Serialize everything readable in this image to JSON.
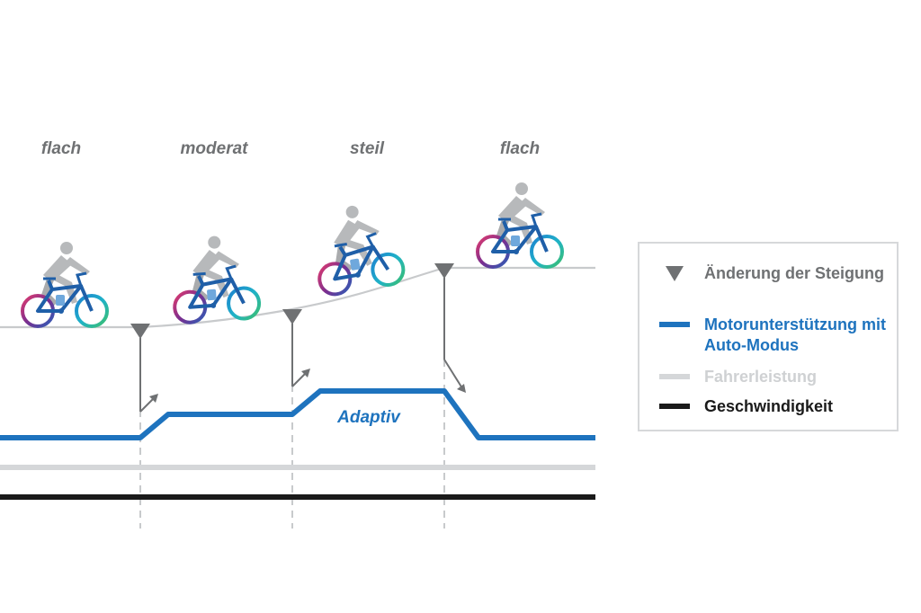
{
  "sections": [
    "flach",
    "moderat",
    "steil",
    "flach"
  ],
  "adaptiv_label": "Adaptiv",
  "legend": [
    {
      "symbol": "triangle-down-icon",
      "label": "Änderung der Steigung",
      "color": "#6f7173",
      "text_color": "#6f7173"
    },
    {
      "symbol": "line",
      "label": "Motorunterstützung mit Auto-Modus",
      "color": "#1e73be",
      "text_color": "#1e73be"
    },
    {
      "symbol": "line",
      "label": "Fahrerleistung",
      "color": "#d5d7d9",
      "text_color": "#cfd1d3"
    },
    {
      "symbol": "line",
      "label": "Geschwindigkeit",
      "color": "#1a1a1a",
      "text_color": "#1a1a1a"
    }
  ],
  "colors": {
    "terrain": "#c8cacc",
    "marker": "#6f7173",
    "motor": "#1e73be",
    "rider": "#1a1a1a",
    "speed": "#1a1a1a",
    "rider_grey": "#b7b9bb",
    "bike_frame": "#1f5fa8"
  },
  "icons": [
    "bicycle-rider-icon",
    "triangle-down-icon",
    "arrow-up-right-icon",
    "arrow-down-right-icon"
  ]
}
